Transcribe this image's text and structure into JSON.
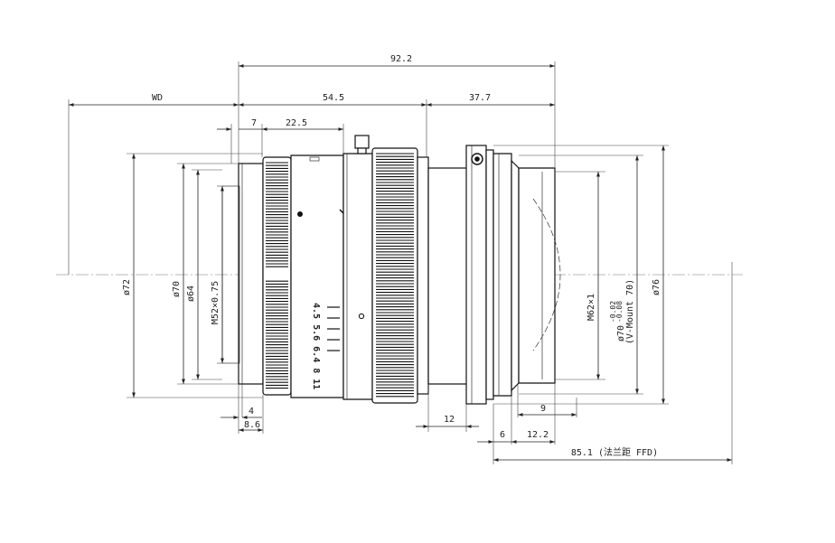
{
  "dims": {
    "overall_length": "92.2",
    "wd": "WD",
    "body_length": "54.5",
    "rear_length": "37.7",
    "front_ring": "7",
    "focus_ring": "22.5",
    "d72": "ø72",
    "d70_front": "ø70",
    "d64": "ø64",
    "front_thread": "M52×0.75",
    "rear_thread": "M62×1",
    "vmount_dia": "ø70",
    "vmount_tol_upper": "-0.02",
    "vmount_tol_lower": "-0.08",
    "vmount_label": "(V-Mount 70)",
    "d76": "ø76",
    "front_step_4": "4",
    "front_step_86": "8.6",
    "shoulder_12": "12",
    "rear_9": "9",
    "rear_6": "6",
    "rear_122": "12.2",
    "ffd": "85.1 (法兰距 FFD)"
  },
  "aperture_scale": "4.5 5.6 6.4 8 11"
}
